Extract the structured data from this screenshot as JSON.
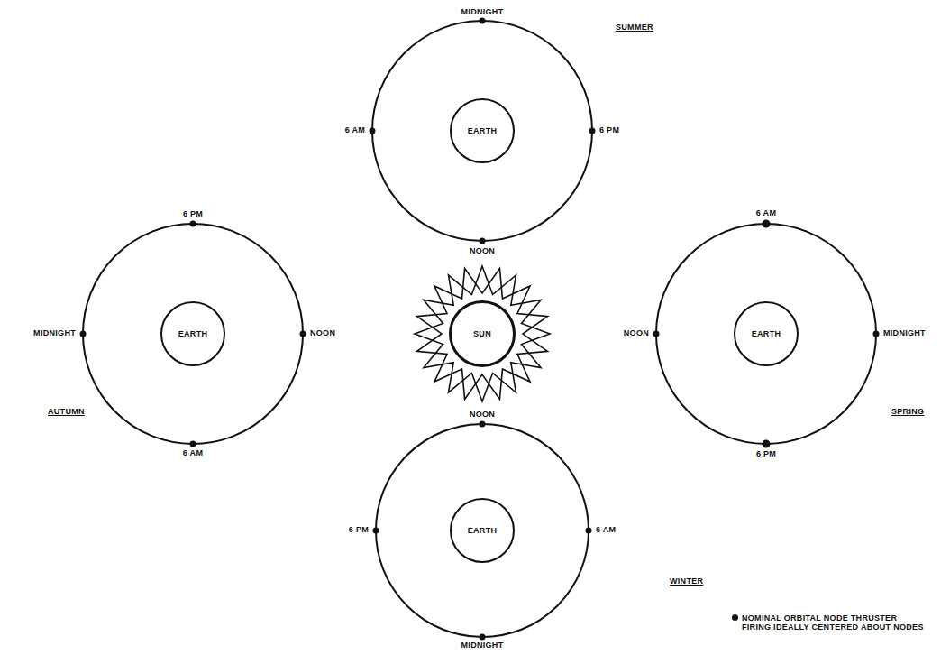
{
  "diagram": {
    "nodes": [
      {
        "text": [
          "EARTH"
        ]
      },
      {
        "text": [
          "EARTH"
        ]
      },
      {
        "text": [
          "SUN"
        ]
      },
      {
        "text": [
          "EARTH"
        ]
      },
      {
        "text": [
          "EARTH"
        ]
      }
    ],
    "labels": [
      "MIDNIGHT",
      "SUMMER",
      "6 AM",
      "6 PM",
      "NOON",
      "6 PM",
      "6 AM",
      "MIDNIGHT",
      "NOON",
      "NOON",
      "MIDNIGHT",
      "AUTUMN",
      "6 AM",
      "6 PM",
      "SPRING",
      "NOON",
      "6 PM",
      "6 AM",
      "MIDNIGHT",
      "WINTER"
    ],
    "legend": [
      {
        "text": "NOMINAL ORBITAL NODE THRUSTER FIRING IDEALLY CENTERED ABOUT NODES"
      }
    ]
  }
}
